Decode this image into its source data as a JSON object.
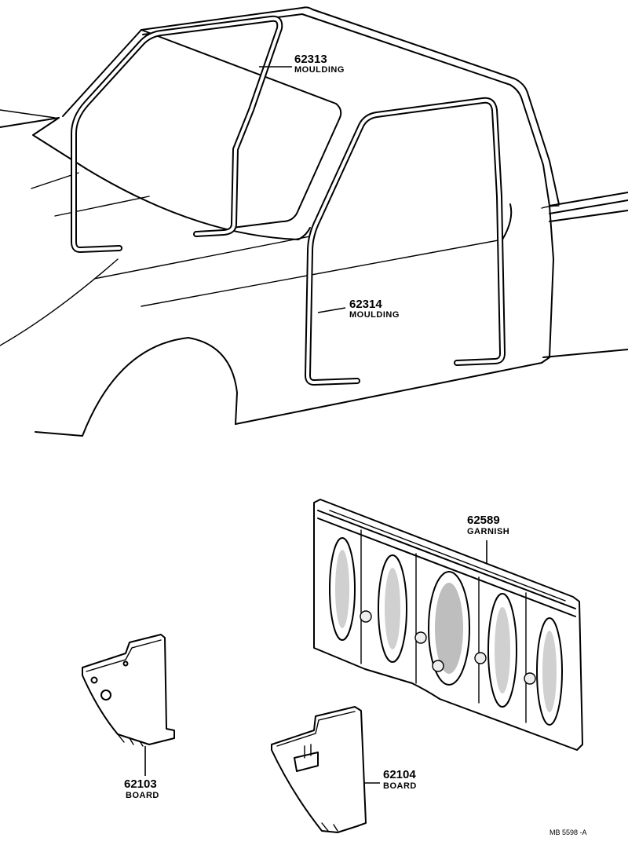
{
  "callouts": [
    {
      "number": "62313",
      "name": "MOULDING"
    },
    {
      "number": "62314",
      "name": "MOULDING"
    },
    {
      "number": "62589",
      "name": "GARNISH"
    },
    {
      "number": "62103",
      "name": "BOARD"
    },
    {
      "number": "62104",
      "name": "BOARD"
    }
  ],
  "reference_code": "MB 5598 -A"
}
